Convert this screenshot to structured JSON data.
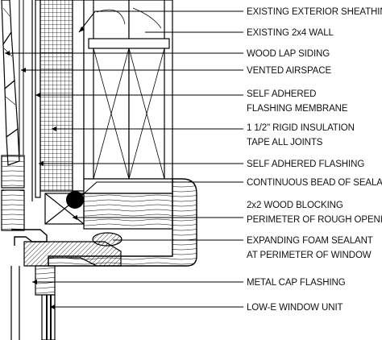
{
  "labels": [
    "EXISTING EXTERIOR SHEATHING",
    "EXISTING 2x4 WALL",
    "WOOD LAP SIDING",
    "VENTED AIRSPACE",
    "SELF ADHERED",
    "FLASHING MEMBRANE",
    "1 1/2\" RIGID INSULATION",
    "TAPE ALL JOINTS",
    "SELF ADHERED FLASHING",
    "CONTINUOUS BEAD OF SEALANT",
    "2x2 WOOD BLOCKING",
    "PERIMETER OF ROUGH OPENING",
    "EXPANDING FOAM SEALANT",
    "AT PERIMETER OF WINDOW",
    "METAL CAP FLASHING",
    "LOW-E WINDOW UNIT"
  ]
}
